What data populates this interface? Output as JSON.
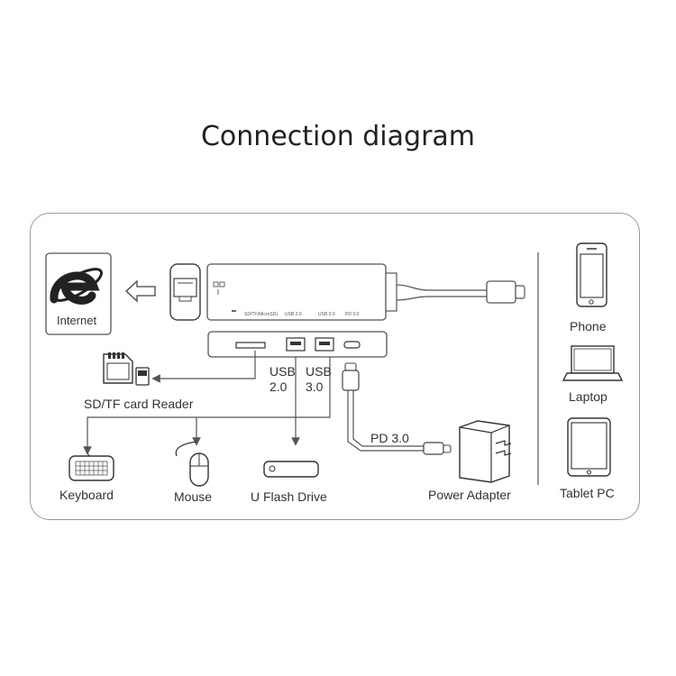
{
  "title": "Connection diagram",
  "labels": {
    "internet": "Internet",
    "sd_reader": "SD/TF card Reader",
    "usb20": "USB\n2.0",
    "usb30": "USB\n3.0",
    "pd": "PD 3.0",
    "keyboard": "Keyboard",
    "mouse": "Mouse",
    "flash_drive": "U Flash Drive",
    "power_adapter": "Power Adapter",
    "phone": "Phone",
    "laptop": "Laptop",
    "tablet": "Tablet PC"
  },
  "hub_port_labels": {
    "sd": "SD/TF(MicroSD)",
    "usb20": "USB 2.0",
    "usb30": "USB 3.0",
    "pd": "PD 3.0"
  },
  "icons": [
    "internet-explorer-icon",
    "ethernet-port-icon",
    "arrow-left-icon",
    "sd-card-icon",
    "keyboard-icon",
    "mouse-icon",
    "usb-flash-drive-icon",
    "power-adapter-icon",
    "phone-icon",
    "laptop-icon",
    "tablet-icon",
    "usb-c-cable-icon"
  ],
  "colors": {
    "line": "#555555",
    "frame": "#9a9a9a",
    "text": "#333333"
  }
}
